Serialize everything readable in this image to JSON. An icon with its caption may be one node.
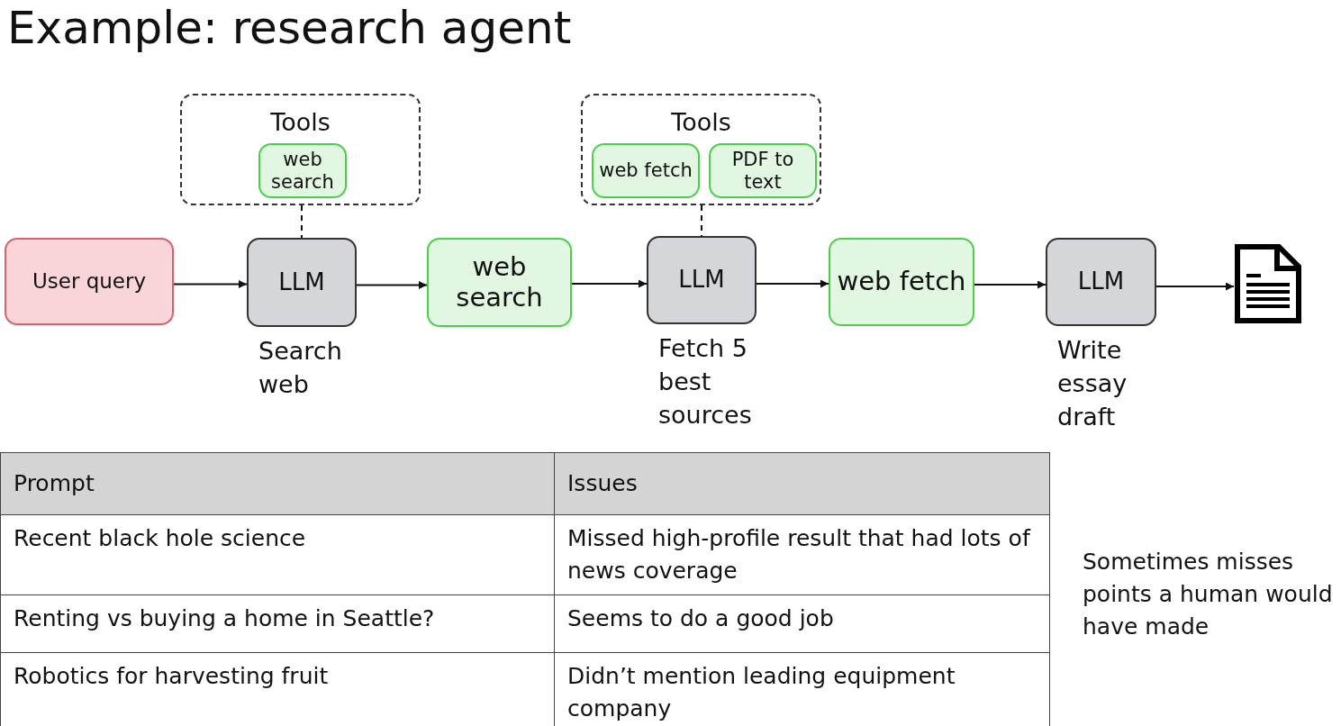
{
  "diagram": {
    "title": "Example: research agent",
    "nodes": [
      {
        "text": [
          "User query"
        ]
      },
      {
        "text": [
          "Tools"
        ]
      },
      {
        "text": [
          "web search"
        ],
        "in": 1
      },
      {
        "text": [
          "LLM"
        ],
        "beside": [
          "Search web"
        ]
      },
      {
        "text": [
          "web search"
        ]
      },
      {
        "text": [
          "Tools"
        ]
      },
      {
        "text": [
          "web fetch"
        ],
        "in": 5
      },
      {
        "text": [
          "PDF to text"
        ],
        "in": 5
      },
      {
        "text": [
          "LLM"
        ],
        "beside": [
          "Fetch 5 best sources"
        ]
      },
      {
        "text": [
          "web fetch"
        ]
      },
      {
        "text": [
          "LLM"
        ],
        "beside": [
          "Write essay draft"
        ]
      },
      {
        "text": [],
        "shape": "document"
      }
    ],
    "edges": [
      {
        "from": 0,
        "to": 3,
        "arrow": "to"
      },
      {
        "from": 1,
        "to": 3,
        "arrow": "none",
        "style": "dashed"
      },
      {
        "from": 3,
        "to": 4,
        "arrow": "to"
      },
      {
        "from": 4,
        "to": 8,
        "arrow": "to"
      },
      {
        "from": 5,
        "to": 8,
        "arrow": "none",
        "style": "dashed"
      },
      {
        "from": 8,
        "to": 9,
        "arrow": "to"
      },
      {
        "from": 9,
        "to": 10,
        "arrow": "to"
      },
      {
        "from": 10,
        "to": 11,
        "arrow": "to"
      }
    ],
    "labels": [
      "Prompt",
      "Issues",
      "Recent black hole science",
      "Missed high-profile result that had lots of news coverage",
      "Renting vs buying a home in Seattle?",
      "Seems to do a good job",
      "Robotics for harvesting fruit",
      "Didn’t mention leading equipment company",
      "Sometimes misses points a human would have made"
    ]
  }
}
